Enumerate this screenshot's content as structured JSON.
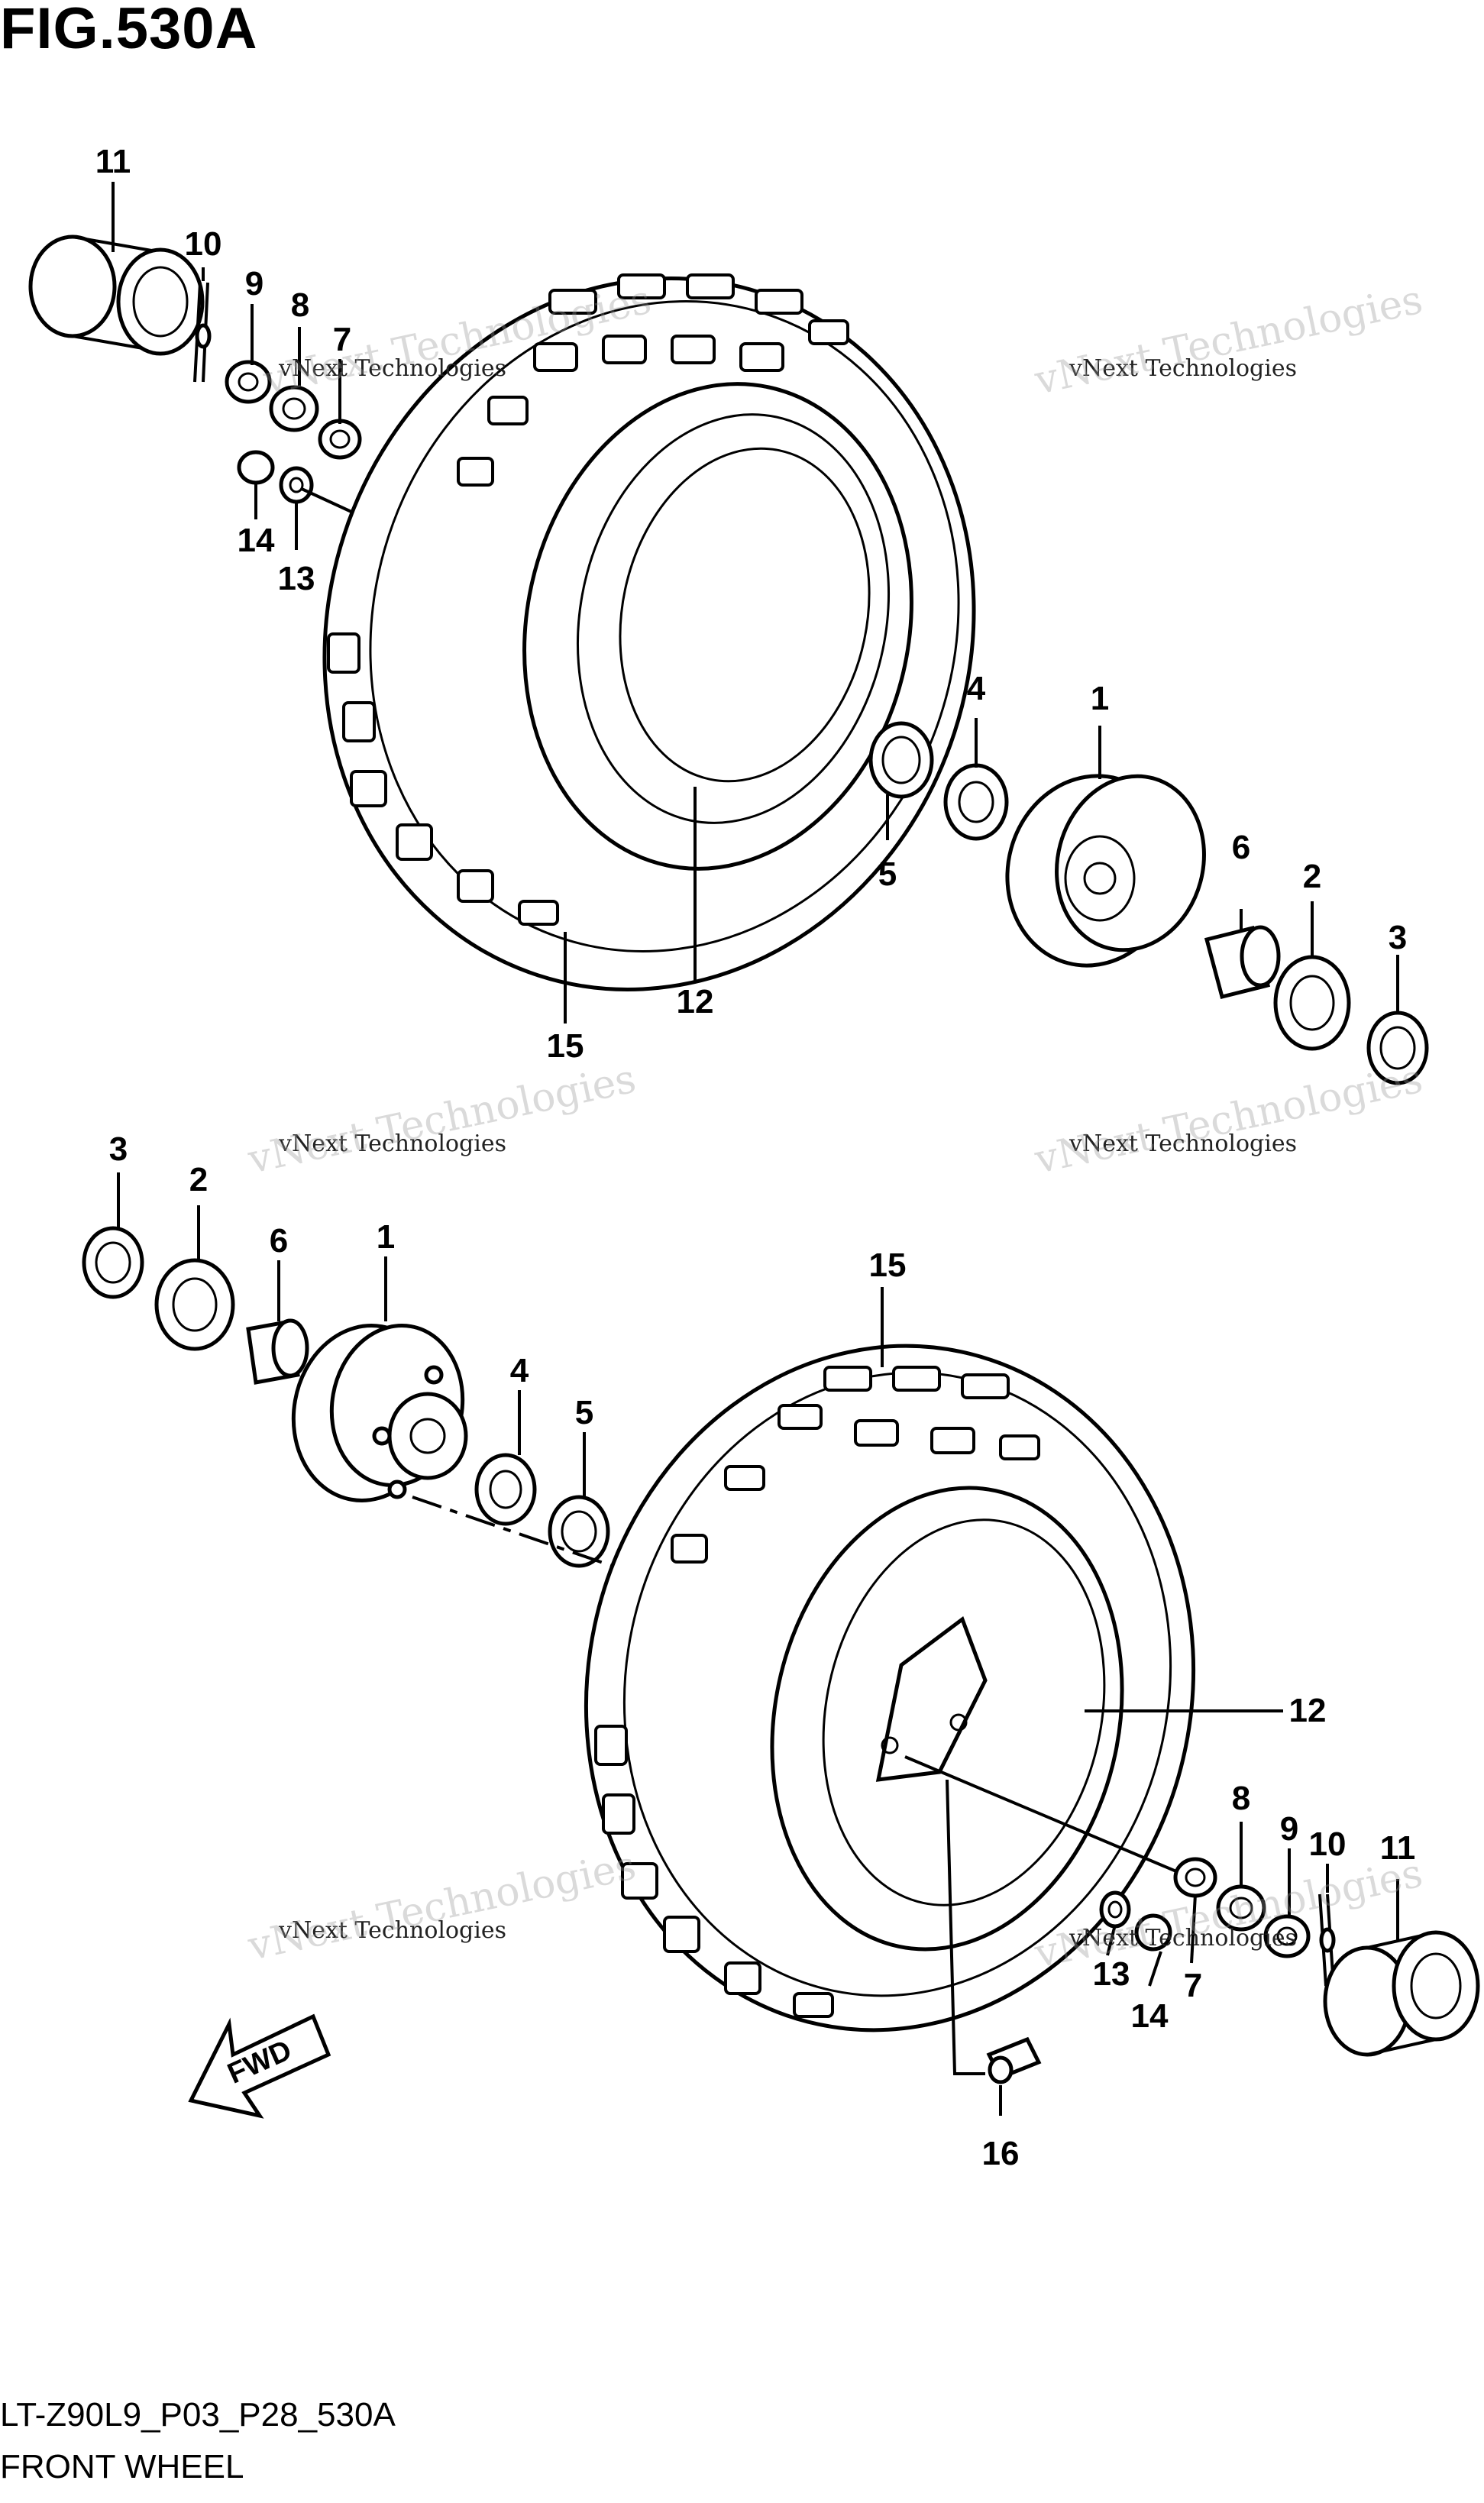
{
  "figure": {
    "title": "FIG.530A",
    "model_code": "LT-Z90L9_P03_P28_530A",
    "section_name": "FRONT WHEEL",
    "direction_label": "FWD"
  },
  "watermark": {
    "line1": "vNext Technologies",
    "line2a": "vNext",
    "line2b": "Technologies"
  },
  "callouts": {
    "top": {
      "c11": "11",
      "c10": "10",
      "c9": "9",
      "c8": "8",
      "c7": "7",
      "c14": "14",
      "c13": "13",
      "c4": "4",
      "c1": "1",
      "c5": "5",
      "c6": "6",
      "c2": "2",
      "c3": "3",
      "c12": "12",
      "c15": "15"
    },
    "bottom": {
      "c3": "3",
      "c2": "2",
      "c6": "6",
      "c1": "1",
      "c4": "4",
      "c5": "5",
      "c15": "15",
      "c12": "12",
      "c8": "8",
      "c9": "9",
      "c10": "10",
      "c11": "11",
      "c13": "13",
      "c7": "7",
      "c14": "14",
      "c16": "16"
    }
  }
}
